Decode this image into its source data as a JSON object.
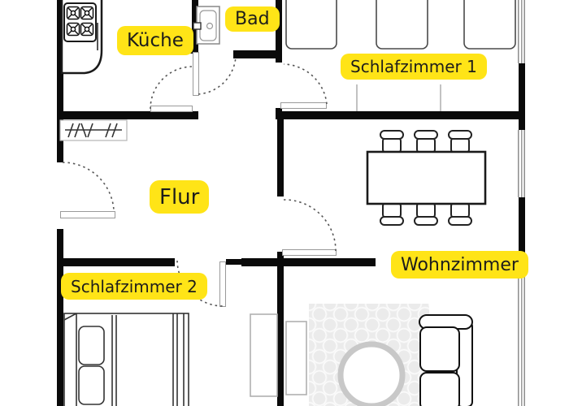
{
  "plan": {
    "type": "apartment-floor-plan",
    "language": "de",
    "rooms": [
      {
        "id": "kueche",
        "label": "Küche"
      },
      {
        "id": "bad",
        "label": "Bad"
      },
      {
        "id": "schlafzimmer-1",
        "label": "Schlafzimmer 1"
      },
      {
        "id": "flur",
        "label": "Flur"
      },
      {
        "id": "wohnzimmer",
        "label": "Wohnzimmer"
      },
      {
        "id": "schlafzimmer-2",
        "label": "Schlafzimmer 2"
      }
    ],
    "furniture": [
      "stove-with-4-burners",
      "kitchen-counter",
      "washbasin",
      "coat-rack",
      "single-bed",
      "single-bed",
      "single-bed",
      "wardrobe",
      "dining-table",
      "dining-chair",
      "dining-chair",
      "dining-chair",
      "dining-chair",
      "dining-chair",
      "dining-chair",
      "double-bed",
      "radiator",
      "radiator",
      "rug",
      "round-coffee-table",
      "sofa"
    ],
    "doors": [
      "kitchen-door",
      "bathroom-door",
      "bedroom-1-door",
      "entrance-door",
      "living-room-door",
      "bedroom-2-door"
    ],
    "colors": {
      "label_bg": "#FFE417",
      "label_text": "#1d1d1b",
      "wall": "#0a0a0a",
      "window_frame": "#8d8d8d",
      "door_leaf": "#9a9a9a",
      "rug": "#ebebeb",
      "furniture_stroke": "#1a1a1a"
    }
  }
}
